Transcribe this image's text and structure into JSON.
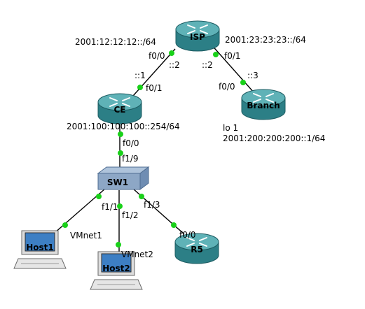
{
  "colors": {
    "link": "#000000",
    "port_dot": "#19d119",
    "router_top": "#5fb2b7",
    "router_body": "#2c7f86",
    "switch_body": "#8da7c6"
  },
  "devices": {
    "isp": "ISP",
    "ce": "CE",
    "branch": "Branch",
    "sw1": "SW1",
    "r5": "R5",
    "host1": "Host1",
    "host2": "Host2"
  },
  "networks": {
    "isp_ce": "2001:12:12:12::/64",
    "isp_branch": "2001:23:23:23::/64",
    "ce_lan": "2001:100:100:100::254/64",
    "branch_lo_name": "lo 1",
    "branch_lo_addr": "2001:200:200:200::1/64"
  },
  "ports": {
    "isp_f00": "f0/0",
    "isp_f01": "f0/1",
    "isp_ce_isp_host": "::2",
    "isp_ce_ce_host": "::1",
    "isp_branch_isp_host": "::2",
    "isp_branch_branch_host": "::3",
    "ce_f01": "f0/1",
    "ce_f00": "f0/0",
    "branch_f00": "f0/0",
    "sw_f19": "f1/9",
    "sw_f11": "f1/1",
    "sw_f12": "f1/2",
    "sw_f13": "f1/3",
    "r5_f00": "f0/0",
    "vmnet1": "VMnet1",
    "vmnet2": "VMnet2"
  }
}
